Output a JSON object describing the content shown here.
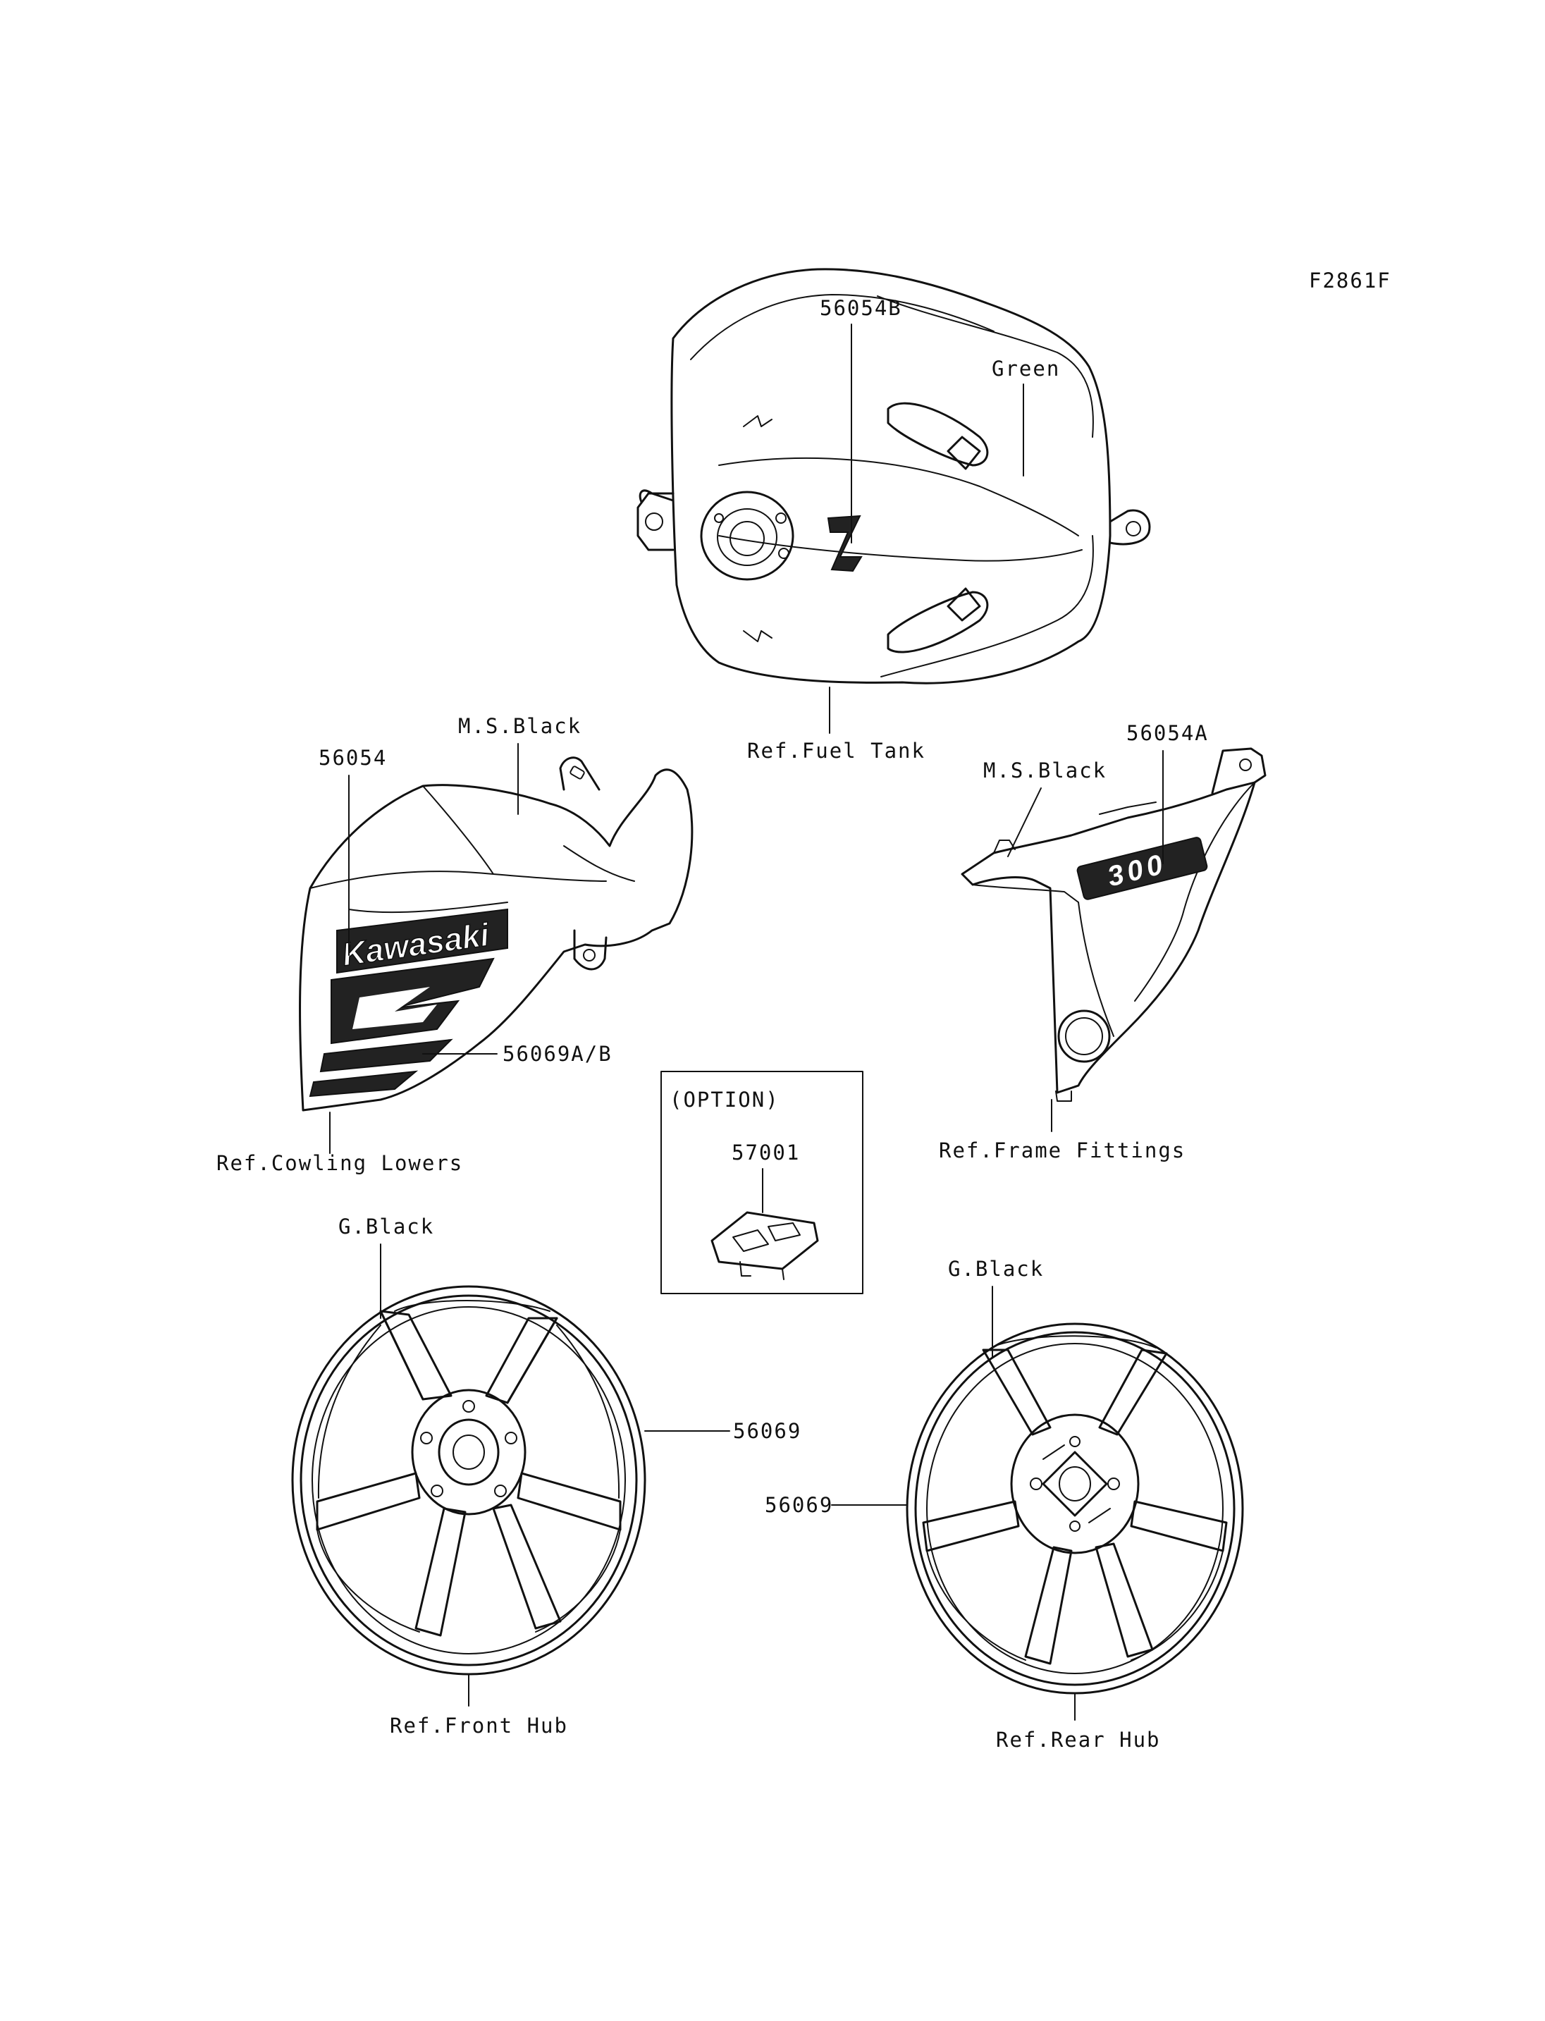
{
  "figure_code": "F2861F",
  "labels": {
    "tank_part": "56054B",
    "tank_color": "Green",
    "tank_ref": "Ref.Fuel Tank",
    "cowl_part": "56054",
    "cowl_color": "M.S.Black",
    "cowl_sub_part": "56069A/B",
    "cowl_ref": "Ref.Cowling Lowers",
    "frame_part": "56054A",
    "frame_color": "M.S.Black",
    "frame_ref": "Ref.Frame Fittings",
    "option_title": "(OPTION)",
    "option_part": "57001",
    "front_color": "G.Black",
    "front_part": "56069",
    "front_ref": "Ref.Front Hub",
    "rear_color": "G.Black",
    "rear_part": "56069",
    "rear_ref": "Ref.Rear Hub"
  },
  "decal_text": {
    "cowl_logo": "Kawasaki",
    "frame_logo": "300",
    "tank_logo": "Z"
  },
  "colors": {
    "line": "#111111",
    "background": "#ffffff"
  }
}
